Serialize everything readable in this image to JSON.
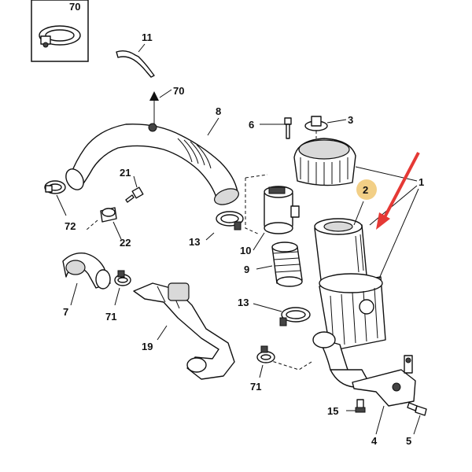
{
  "labels": {
    "inset": "70",
    "p11": "11",
    "p70": "70",
    "p8": "8",
    "p6": "6",
    "p3": "3",
    "p21": "21",
    "p72": "72",
    "p22": "22",
    "p13a": "13",
    "p10": "10",
    "p9": "9",
    "p2": "2",
    "p1": "1",
    "p7": "7",
    "p71a": "71",
    "p19": "19",
    "p13b": "13",
    "p71b": "71",
    "p15": "15",
    "p4": "4",
    "p5": "5"
  },
  "colors": {
    "highlight_circle": "#f2cf86",
    "arrow": "#e53935",
    "line": "#111111",
    "shade": "#d9d9d9"
  }
}
